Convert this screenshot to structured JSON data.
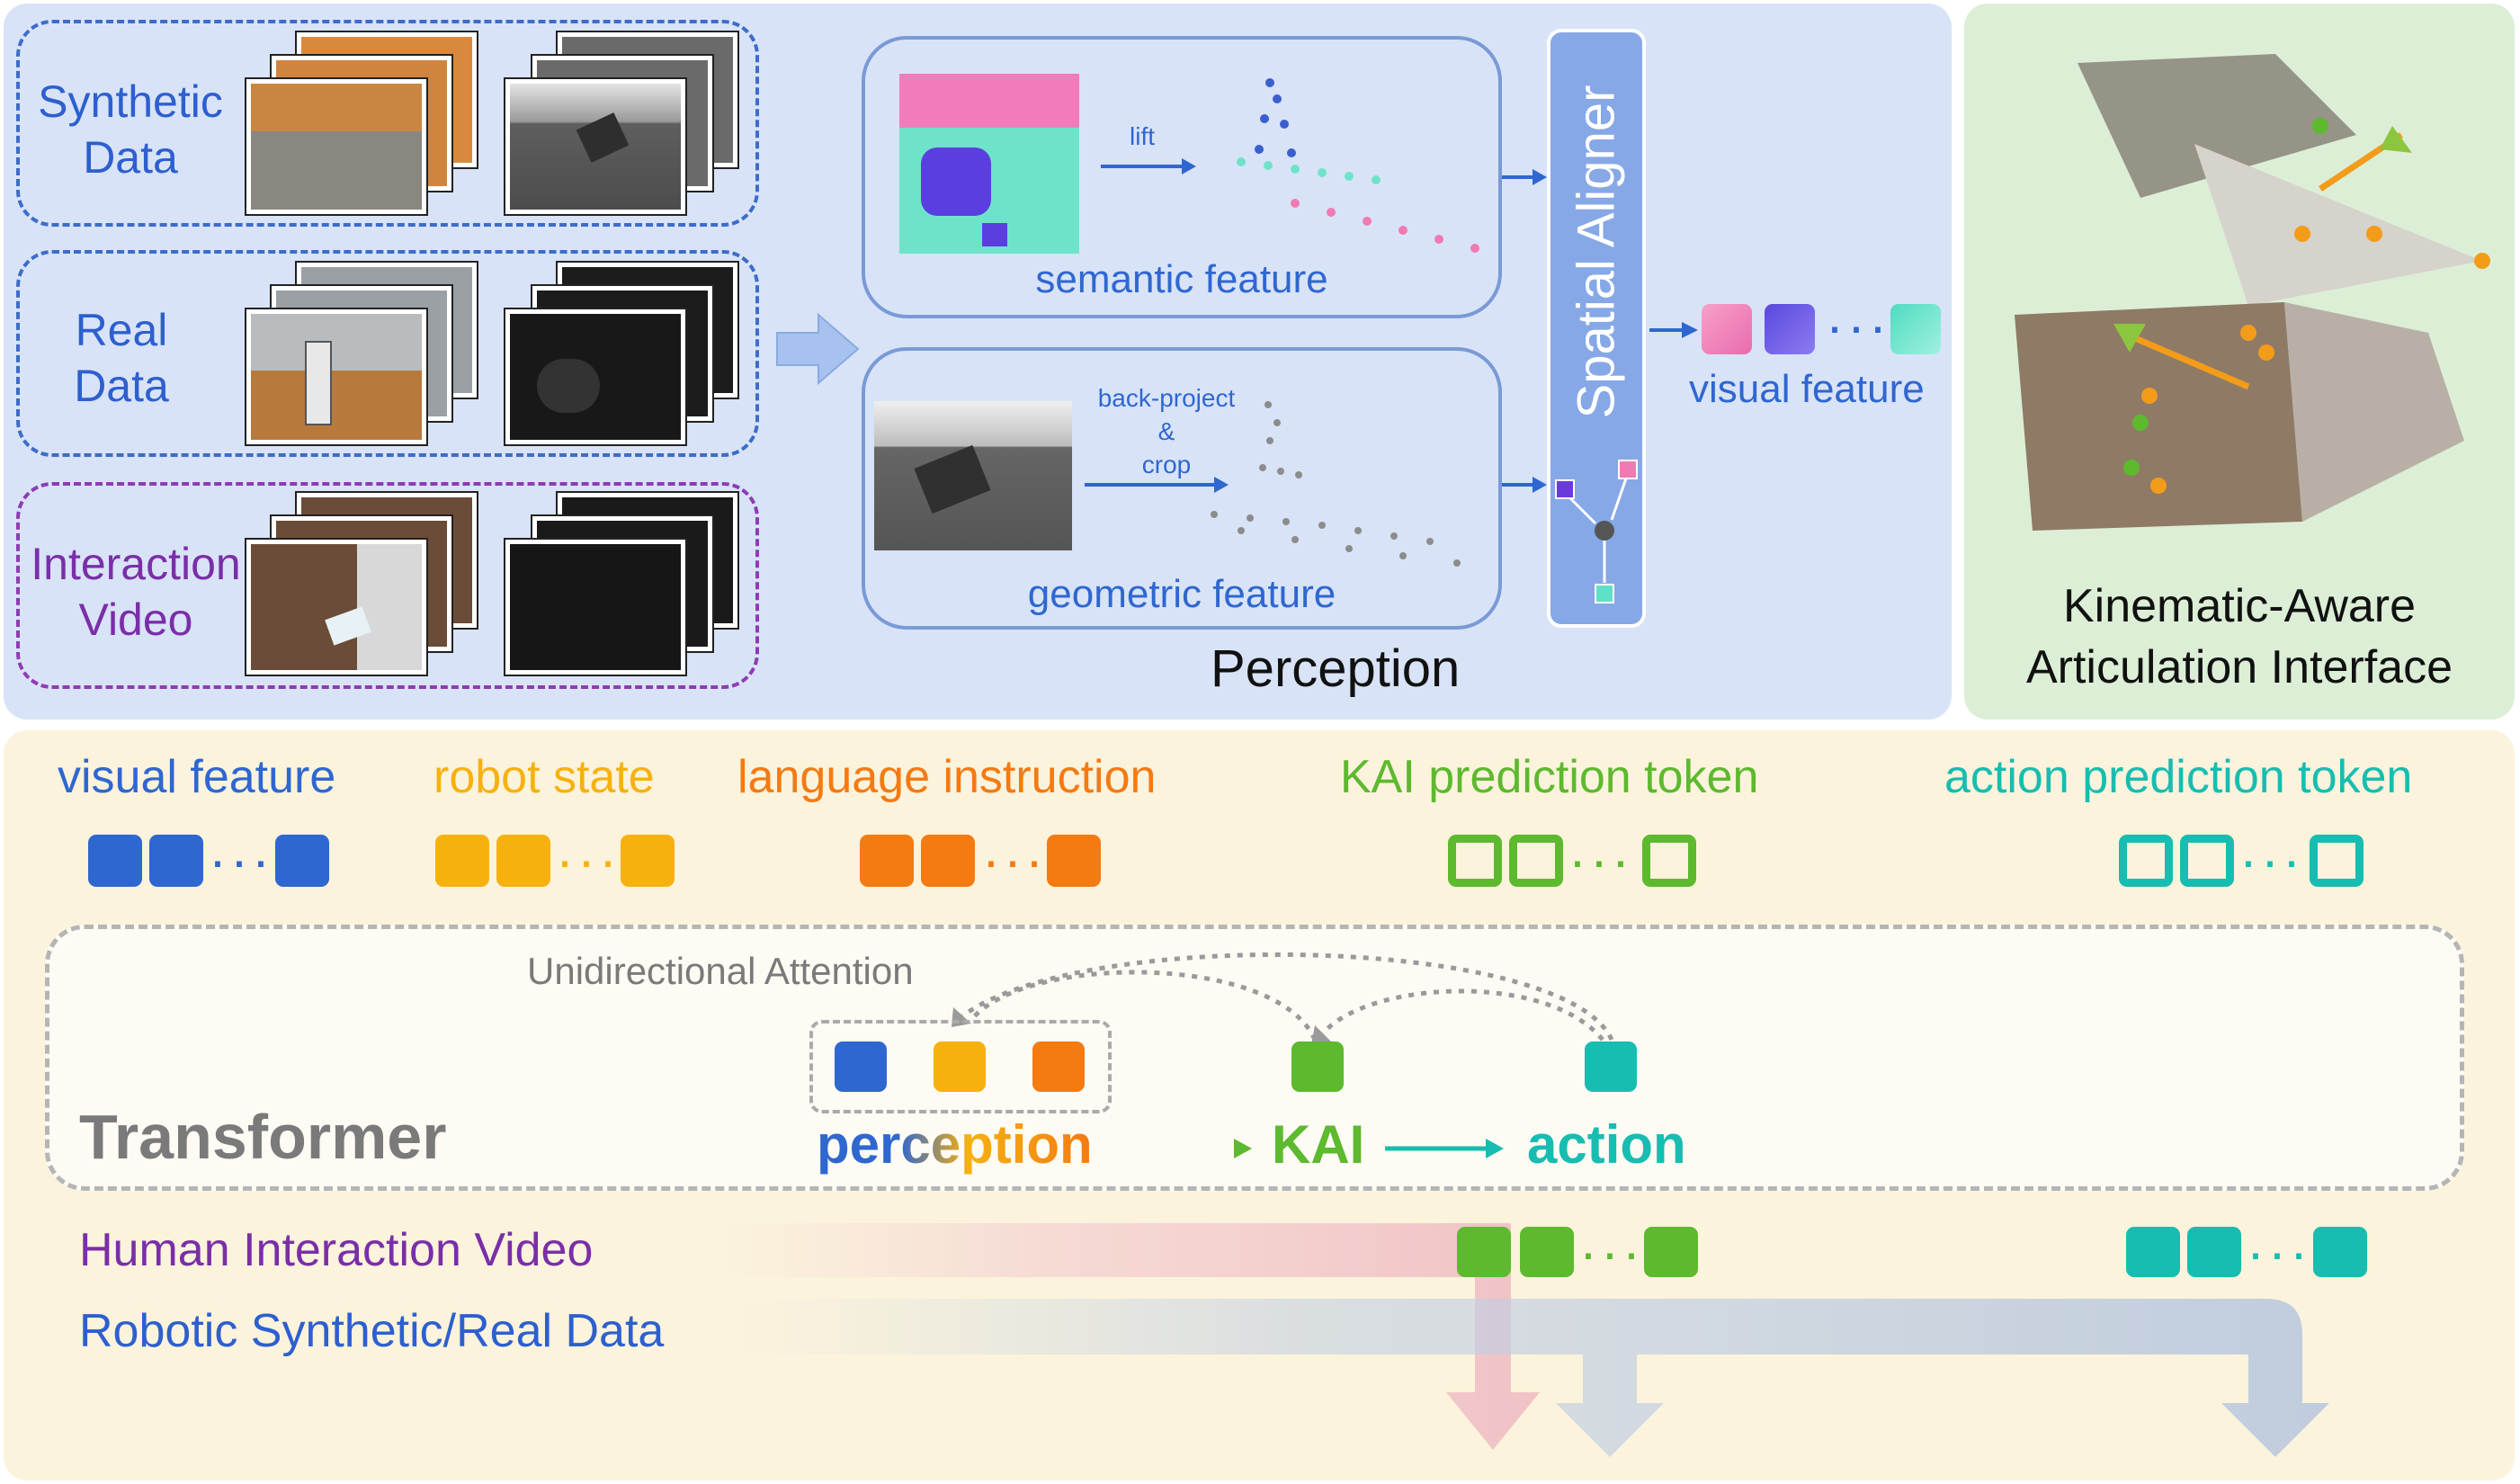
{
  "perception": {
    "title": "Perception",
    "inputs": [
      {
        "id": "synthetic",
        "label_lines": [
          "Synthetic",
          "Data"
        ],
        "color": "#2d5fcf"
      },
      {
        "id": "real",
        "label_lines": [
          "Real",
          "Data"
        ],
        "color": "#2d5fcf"
      },
      {
        "id": "video",
        "label_lines": [
          "Interaction",
          "Video"
        ],
        "color": "#7a2ea8"
      }
    ],
    "semantic": {
      "label": "semantic feature",
      "arrow_label": "lift"
    },
    "geometric": {
      "label": "geometric feature",
      "arrow_label_lines": [
        "back-project",
        "&",
        "crop"
      ]
    },
    "aligner": {
      "label": "Spatial Aligner"
    },
    "output": {
      "label": "visual feature"
    }
  },
  "kai_panel": {
    "title_lines": [
      "Kinematic-Aware",
      "Articulation Interface"
    ]
  },
  "tokens": [
    {
      "id": "visual",
      "label": "visual feature",
      "color": "#2f67d0",
      "filled": true
    },
    {
      "id": "robot",
      "label": "robot state",
      "color": "#f7b10f",
      "filled": true
    },
    {
      "id": "language",
      "label": "language instruction",
      "color": "#f47a12",
      "filled": true
    },
    {
      "id": "kai",
      "label": "KAI prediction token",
      "color": "#5db92e",
      "filled": false
    },
    {
      "id": "action",
      "label": "action prediction token",
      "color": "#17bdb0",
      "filled": false
    }
  ],
  "transformer": {
    "title": "Transformer",
    "attention": "Unidirectional Attention",
    "flow": {
      "perception": "perception",
      "kai": "KAI",
      "action": "action"
    }
  },
  "training": {
    "human": {
      "label": "Human Interaction Video",
      "color": "#7a2ea8"
    },
    "robotic": {
      "label": "Robotic Synthetic/Real Data",
      "color": "#2d5fcf"
    }
  },
  "colors": {
    "top_bg": "#d8e3f7",
    "kai_bg": "#dcefd6",
    "bottom_bg": "#fbf3dc",
    "aligner": "#86a8e6",
    "pink": "#f07ab3",
    "purple": "#6a3bd9",
    "teal": "#5fe0c8"
  }
}
